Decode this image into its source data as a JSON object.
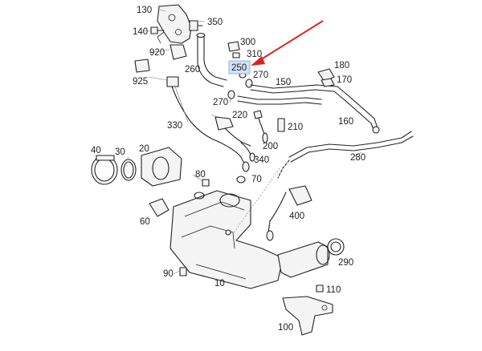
{
  "diagram": {
    "highlight_color": "#e02020",
    "highlighted_part": "250",
    "labels": [
      {
        "id": "130",
        "text": "130"
      },
      {
        "id": "350",
        "text": "350"
      },
      {
        "id": "140",
        "text": "140"
      },
      {
        "id": "920",
        "text": "920"
      },
      {
        "id": "260",
        "text": "260"
      },
      {
        "id": "925",
        "text": "925"
      },
      {
        "id": "300",
        "text": "300"
      },
      {
        "id": "310",
        "text": "310"
      },
      {
        "id": "250",
        "text": "250"
      },
      {
        "id": "270a",
        "text": "270"
      },
      {
        "id": "150",
        "text": "150"
      },
      {
        "id": "180",
        "text": "180"
      },
      {
        "id": "170",
        "text": "170"
      },
      {
        "id": "270b",
        "text": "270"
      },
      {
        "id": "220",
        "text": "220"
      },
      {
        "id": "210",
        "text": "210"
      },
      {
        "id": "160",
        "text": "160"
      },
      {
        "id": "330",
        "text": "330"
      },
      {
        "id": "200",
        "text": "200"
      },
      {
        "id": "340",
        "text": "340"
      },
      {
        "id": "40",
        "text": "40"
      },
      {
        "id": "30",
        "text": "30"
      },
      {
        "id": "20",
        "text": "20"
      },
      {
        "id": "280",
        "text": "280"
      },
      {
        "id": "80",
        "text": "80"
      },
      {
        "id": "70",
        "text": "70"
      },
      {
        "id": "400",
        "text": "400"
      },
      {
        "id": "60",
        "text": "60"
      },
      {
        "id": "290",
        "text": "290"
      },
      {
        "id": "90",
        "text": "90"
      },
      {
        "id": "10",
        "text": "10"
      },
      {
        "id": "110",
        "text": "110"
      },
      {
        "id": "100",
        "text": "100"
      }
    ]
  }
}
